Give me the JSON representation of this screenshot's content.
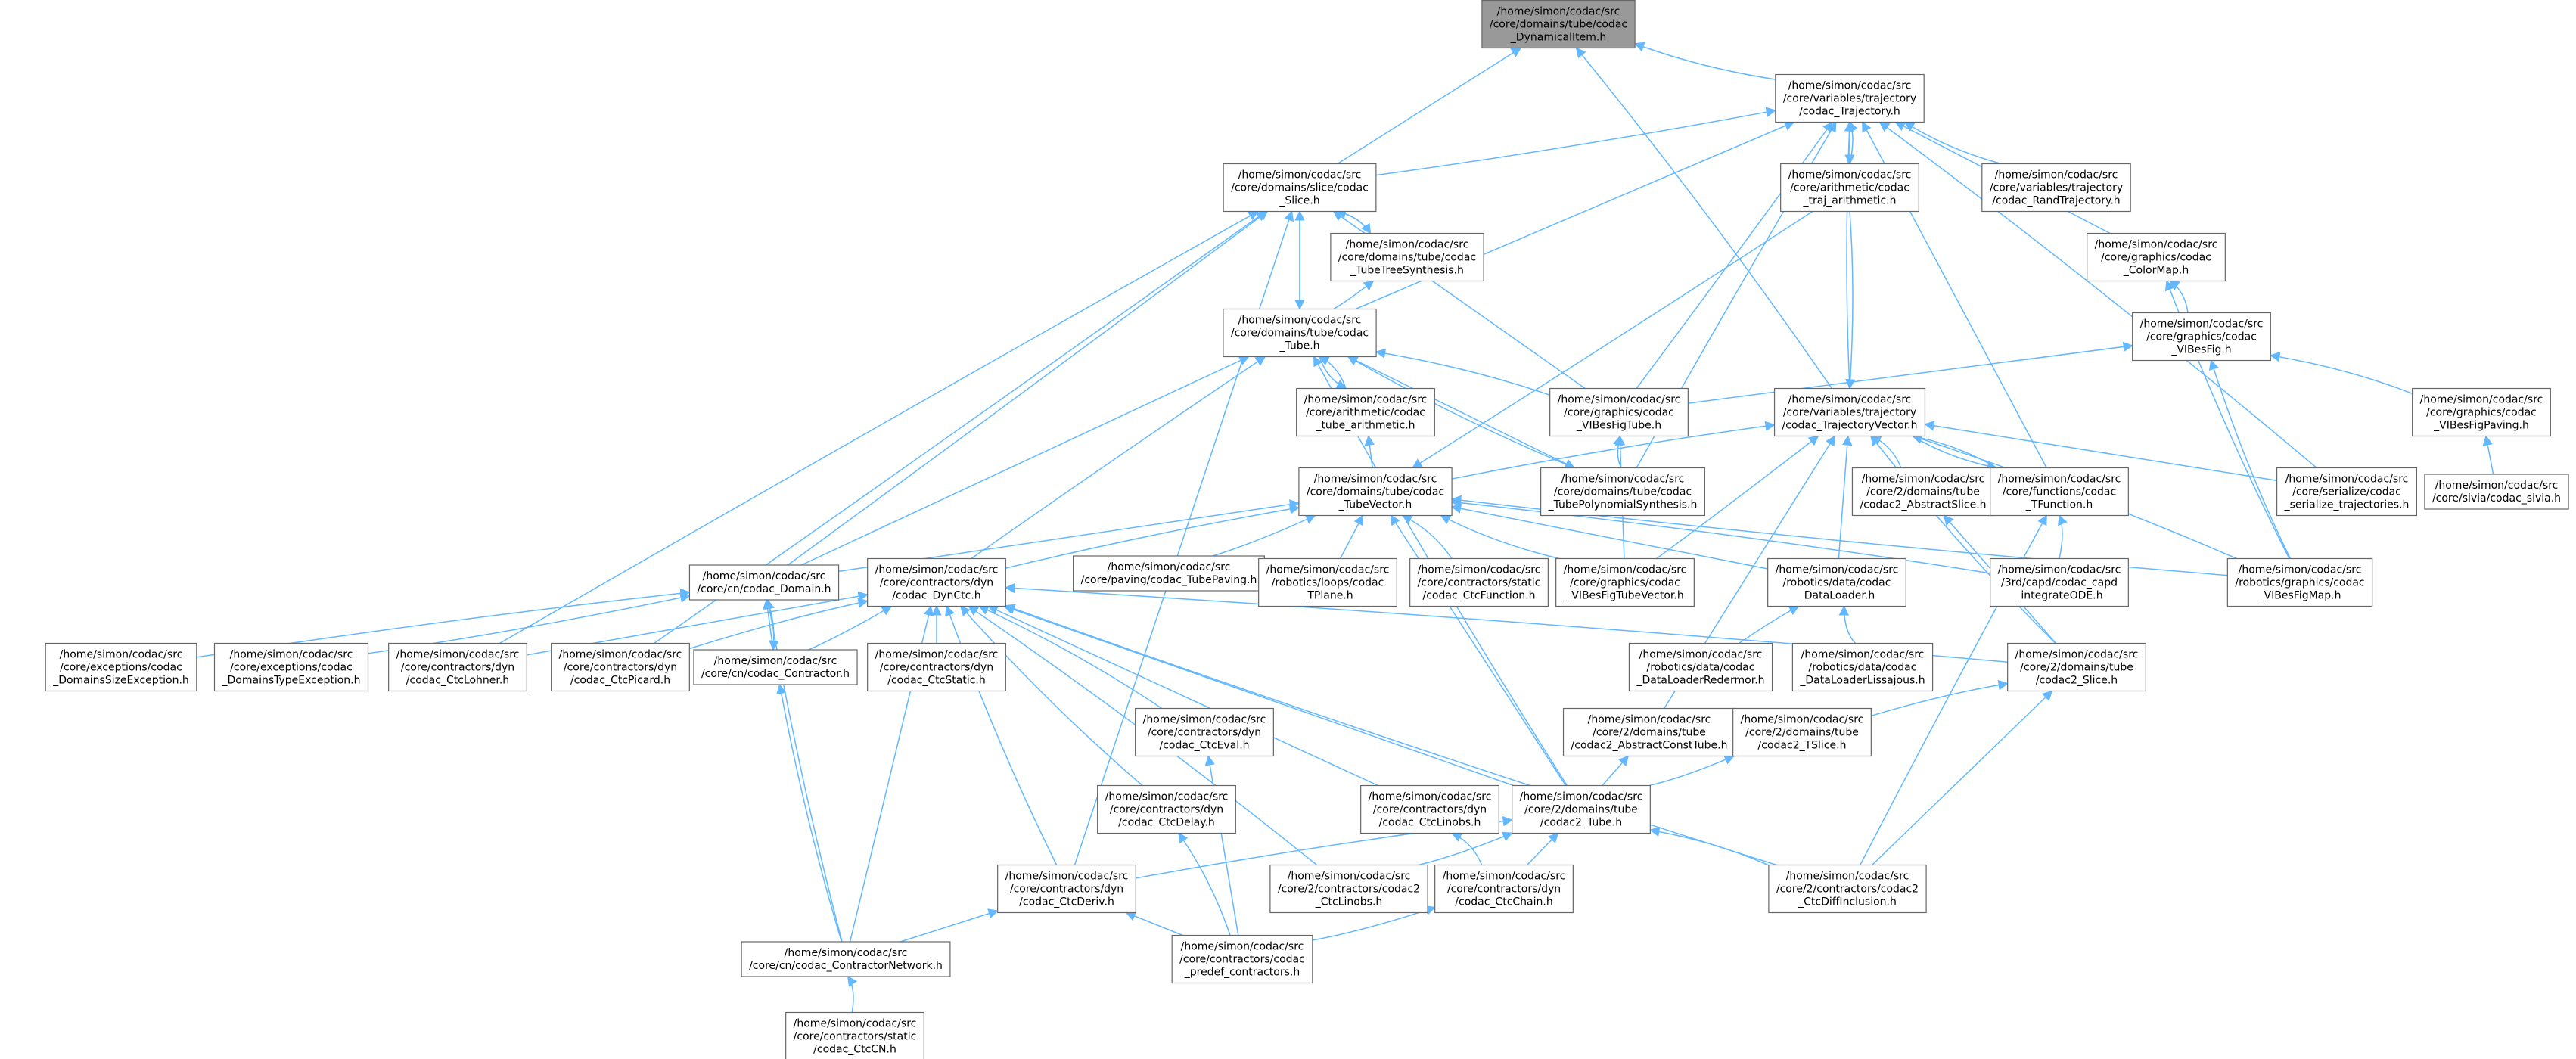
{
  "colors": {
    "edge": "#63b8ff",
    "node_border": "#666666",
    "root_fill": "#999999",
    "node_fill": "#ffffff",
    "text": "#000000"
  },
  "graph": {
    "nodes": [
      {
        "id": "dynitem",
        "root": true,
        "lines": [
          "/home/simon/codac/src",
          "/core/domains/tube/codac",
          "_DynamicalItem.h"
        ]
      },
      {
        "id": "traj",
        "lines": [
          "/home/simon/codac/src",
          "/core/variables/trajectory",
          "/codac_Trajectory.h"
        ]
      },
      {
        "id": "slice",
        "lines": [
          "/home/simon/codac/src",
          "/core/domains/slice/codac",
          "_Slice.h"
        ]
      },
      {
        "id": "trajarith",
        "lines": [
          "/home/simon/codac/src",
          "/core/arithmetic/codac",
          "_traj_arithmetic.h"
        ]
      },
      {
        "id": "randtraj",
        "lines": [
          "/home/simon/codac/src",
          "/core/variables/trajectory",
          "/codac_RandTrajectory.h"
        ]
      },
      {
        "id": "treesynth",
        "lines": [
          "/home/simon/codac/src",
          "/core/domains/tube/codac",
          "_TubeTreeSynthesis.h"
        ]
      },
      {
        "id": "colormap",
        "lines": [
          "/home/simon/codac/src",
          "/core/graphics/codac",
          "_ColorMap.h"
        ]
      },
      {
        "id": "tube",
        "lines": [
          "/home/simon/codac/src",
          "/core/domains/tube/codac",
          "_Tube.h"
        ]
      },
      {
        "id": "vibesfig",
        "lines": [
          "/home/simon/codac/src",
          "/core/graphics/codac",
          "_VIBesFig.h"
        ]
      },
      {
        "id": "tubearith",
        "lines": [
          "/home/simon/codac/src",
          "/core/arithmetic/codac",
          "_tube_arithmetic.h"
        ]
      },
      {
        "id": "vibesfigtube",
        "lines": [
          "/home/simon/codac/src",
          "/core/graphics/codac",
          "_VIBesFigTube.h"
        ]
      },
      {
        "id": "trajvec",
        "lines": [
          "/home/simon/codac/src",
          "/core/variables/trajectory",
          "/codac_TrajectoryVector.h"
        ]
      },
      {
        "id": "vibesfigpaving",
        "lines": [
          "/home/simon/codac/src",
          "/core/graphics/codac",
          "_VIBesFigPaving.h"
        ]
      },
      {
        "id": "tubevec",
        "lines": [
          "/home/simon/codac/src",
          "/core/domains/tube/codac",
          "_TubeVector.h"
        ]
      },
      {
        "id": "polysynth",
        "lines": [
          "/home/simon/codac/src",
          "/core/domains/tube/codac",
          "_TubePolynomialSynthesis.h"
        ]
      },
      {
        "id": "abstractslice",
        "lines": [
          "/home/simon/codac/src",
          "/core/2/domains/tube",
          "/codac2_AbstractSlice.h"
        ]
      },
      {
        "id": "tfunction",
        "lines": [
          "/home/simon/codac/src",
          "/core/functions/codac",
          "_TFunction.h"
        ]
      },
      {
        "id": "serialize",
        "lines": [
          "/home/simon/codac/src",
          "/core/serialize/codac",
          "_serialize_trajectories.h"
        ]
      },
      {
        "id": "sivia",
        "lines": [
          "/home/simon/codac/src",
          "/core/sivia/codac_sivia.h"
        ]
      },
      {
        "id": "domain",
        "lines": [
          "/home/simon/codac/src",
          "/core/cn/codac_Domain.h"
        ]
      },
      {
        "id": "dynctc",
        "lines": [
          "/home/simon/codac/src",
          "/core/contractors/dyn",
          "/codac_DynCtc.h"
        ]
      },
      {
        "id": "tubepaving",
        "lines": [
          "/home/simon/codac/src",
          "/core/paving/codac_TubePaving.h"
        ]
      },
      {
        "id": "tplane",
        "lines": [
          "/home/simon/codac/src",
          "/robotics/loops/codac",
          "_TPlane.h"
        ]
      },
      {
        "id": "ctcfunction",
        "lines": [
          "/home/simon/codac/src",
          "/core/contractors/static",
          "/codac_CtcFunction.h"
        ]
      },
      {
        "id": "vibesfigtubevec",
        "lines": [
          "/home/simon/codac/src",
          "/core/graphics/codac",
          "_VIBesFigTubeVector.h"
        ]
      },
      {
        "id": "dataloader",
        "lines": [
          "/home/simon/codac/src",
          "/robotics/data/codac",
          "_DataLoader.h"
        ]
      },
      {
        "id": "capd",
        "lines": [
          "/home/simon/codac/src",
          "/3rd/capd/codac_capd",
          "_integrateODE.h"
        ]
      },
      {
        "id": "vibesfigmap",
        "lines": [
          "/home/simon/codac/src",
          "/robotics/graphics/codac",
          "_VIBesFigMap.h"
        ]
      },
      {
        "id": "sizeexc",
        "lines": [
          "/home/simon/codac/src",
          "/core/exceptions/codac",
          "_DomainsSizeException.h"
        ]
      },
      {
        "id": "typeexc",
        "lines": [
          "/home/simon/codac/src",
          "/core/exceptions/codac",
          "_DomainsTypeException.h"
        ]
      },
      {
        "id": "lohner",
        "lines": [
          "/home/simon/codac/src",
          "/core/contractors/dyn",
          "/codac_CtcLohner.h"
        ]
      },
      {
        "id": "picard",
        "lines": [
          "/home/simon/codac/src",
          "/core/contractors/dyn",
          "/codac_CtcPicard.h"
        ]
      },
      {
        "id": "contractor",
        "lines": [
          "/home/simon/codac/src",
          "/core/cn/codac_Contractor.h"
        ]
      },
      {
        "id": "ctcstatic",
        "lines": [
          "/home/simon/codac/src",
          "/core/contractors/dyn",
          "/codac_CtcStatic.h"
        ]
      },
      {
        "id": "redermor",
        "lines": [
          "/home/simon/codac/src",
          "/robotics/data/codac",
          "_DataLoaderRedermor.h"
        ]
      },
      {
        "id": "lissajous",
        "lines": [
          "/home/simon/codac/src",
          "/robotics/data/codac",
          "_DataLoaderLissajous.h"
        ]
      },
      {
        "id": "c2slice",
        "lines": [
          "/home/simon/codac/src",
          "/core/2/domains/tube",
          "/codac2_Slice.h"
        ]
      },
      {
        "id": "cteval",
        "lines": [
          "/home/simon/codac/src",
          "/core/contractors/dyn",
          "/codac_CtcEval.h"
        ]
      },
      {
        "id": "abstractconsttube",
        "lines": [
          "/home/simon/codac/src",
          "/core/2/domains/tube",
          "/codac2_AbstractConstTube.h"
        ]
      },
      {
        "id": "tslice",
        "lines": [
          "/home/simon/codac/src",
          "/core/2/domains/tube",
          "/codac2_TSlice.h"
        ]
      },
      {
        "id": "ctcdelay",
        "lines": [
          "/home/simon/codac/src",
          "/core/contractors/dyn",
          "/codac_CtcDelay.h"
        ]
      },
      {
        "id": "ctclinobs",
        "lines": [
          "/home/simon/codac/src",
          "/core/contractors/dyn",
          "/codac_CtcLinobs.h"
        ]
      },
      {
        "id": "c2tube",
        "lines": [
          "/home/simon/codac/src",
          "/core/2/domains/tube",
          "/codac2_Tube.h"
        ]
      },
      {
        "id": "ctcderiv",
        "lines": [
          "/home/simon/codac/src",
          "/core/contractors/dyn",
          "/codac_CtcDeriv.h"
        ]
      },
      {
        "id": "c2linobs",
        "lines": [
          "/home/simon/codac/src",
          "/core/2/contractors/codac2",
          "_CtcLinobs.h"
        ]
      },
      {
        "id": "ctcchain",
        "lines": [
          "/home/simon/codac/src",
          "/core/contractors/dyn",
          "/codac_CtcChain.h"
        ]
      },
      {
        "id": "c2diffincl",
        "lines": [
          "/home/simon/codac/src",
          "/core/2/contractors/codac2",
          "_CtcDiffInclusion.h"
        ]
      },
      {
        "id": "cn",
        "lines": [
          "/home/simon/codac/src",
          "/core/cn/codac_ContractorNetwork.h"
        ]
      },
      {
        "id": "predef",
        "lines": [
          "/home/simon/codac/src",
          "/core/contractors/codac",
          "_predef_contractors.h"
        ]
      },
      {
        "id": "ctccn",
        "lines": [
          "/home/simon/codac/src",
          "/core/contractors/static",
          "/codac_CtcCN.h"
        ]
      }
    ],
    "edges": [
      [
        "traj",
        "dynitem"
      ],
      [
        "slice",
        "dynitem"
      ],
      [
        "trajvec",
        "dynitem"
      ],
      [
        "slice",
        "traj"
      ],
      [
        "tube",
        "traj"
      ],
      [
        "trajarith",
        "traj"
      ],
      [
        "randtraj",
        "traj"
      ],
      [
        "colormap",
        "traj"
      ],
      [
        "vibesfigtube",
        "traj"
      ],
      [
        "trajvec",
        "traj"
      ],
      [
        "tfunction",
        "traj"
      ],
      [
        "serialize",
        "traj"
      ],
      [
        "polysynth",
        "traj"
      ],
      [
        "traj",
        "trajarith"
      ],
      [
        "trajarith",
        "trajvec"
      ],
      [
        "trajarith",
        "tubevec"
      ],
      [
        "tube",
        "slice"
      ],
      [
        "treesynth",
        "slice"
      ],
      [
        "domain",
        "slice"
      ],
      [
        "vibesfigtube",
        "slice"
      ],
      [
        "lohner",
        "slice"
      ],
      [
        "picard",
        "slice"
      ],
      [
        "ctcderiv",
        "slice"
      ],
      [
        "slice",
        "treesynth"
      ],
      [
        "tube",
        "treesynth"
      ],
      [
        "slice",
        "tube"
      ],
      [
        "tubearith",
        "tube"
      ],
      [
        "tube",
        "tubearith"
      ],
      [
        "tubevec",
        "tubearith"
      ],
      [
        "vibesfigtube",
        "tube"
      ],
      [
        "polysynth",
        "tube"
      ],
      [
        "domain",
        "tube"
      ],
      [
        "dynctc",
        "tube"
      ],
      [
        "c2tube",
        "tube"
      ],
      [
        "tube",
        "polysynth"
      ],
      [
        "vibesfig",
        "colormap"
      ],
      [
        "vibesfigmap",
        "colormap"
      ],
      [
        "vibesfigtube",
        "vibesfig"
      ],
      [
        "vibesfigpaving",
        "vibesfig"
      ],
      [
        "vibesfigmap",
        "vibesfig"
      ],
      [
        "sivia",
        "vibesfigpaving"
      ],
      [
        "tubevec",
        "trajvec"
      ],
      [
        "polysynth",
        "vibesfigtube"
      ],
      [
        "vibesfigtubevec",
        "vibesfigtube"
      ],
      [
        "tfunction",
        "trajvec"
      ],
      [
        "trajvec",
        "tfunction"
      ],
      [
        "serialize",
        "trajvec"
      ],
      [
        "abstractslice",
        "trajvec"
      ],
      [
        "vibesfigtubevec",
        "trajvec"
      ],
      [
        "dataloader",
        "trajvec"
      ],
      [
        "vibesfigmap",
        "trajvec"
      ],
      [
        "c2slice",
        "trajvec"
      ],
      [
        "abstractconsttube",
        "trajvec"
      ],
      [
        "capd",
        "tfunction"
      ],
      [
        "c2diffincl",
        "tfunction"
      ],
      [
        "domain",
        "tubevec"
      ],
      [
        "dynctc",
        "tubevec"
      ],
      [
        "tubepaving",
        "tubevec"
      ],
      [
        "tplane",
        "tubevec"
      ],
      [
        "ctcfunction",
        "tubevec"
      ],
      [
        "vibesfigtubevec",
        "tubevec"
      ],
      [
        "dataloader",
        "tubevec"
      ],
      [
        "capd",
        "tubevec"
      ],
      [
        "vibesfigmap",
        "tubevec"
      ],
      [
        "c2tube",
        "tubevec"
      ],
      [
        "sizeexc",
        "domain"
      ],
      [
        "typeexc",
        "domain"
      ],
      [
        "contractor",
        "domain"
      ],
      [
        "domain",
        "contractor"
      ],
      [
        "cn",
        "domain"
      ],
      [
        "lohner",
        "dynctc"
      ],
      [
        "picard",
        "dynctc"
      ],
      [
        "contractor",
        "dynctc"
      ],
      [
        "ctcstatic",
        "dynctc"
      ],
      [
        "cteval",
        "dynctc"
      ],
      [
        "ctcdelay",
        "dynctc"
      ],
      [
        "ctclinobs",
        "dynctc"
      ],
      [
        "c2linobs",
        "dynctc"
      ],
      [
        "ctcderiv",
        "dynctc"
      ],
      [
        "cn",
        "dynctc"
      ],
      [
        "c2slice",
        "dynctc"
      ],
      [
        "c2diffincl",
        "dynctc"
      ],
      [
        "c2tube",
        "dynctc"
      ],
      [
        "redermor",
        "dataloader"
      ],
      [
        "lissajous",
        "dataloader"
      ],
      [
        "c2slice",
        "abstractslice"
      ],
      [
        "tslice",
        "c2slice"
      ],
      [
        "c2tube",
        "tslice"
      ],
      [
        "c2tube",
        "abstractconsttube"
      ],
      [
        "ctcderiv",
        "c2tube"
      ],
      [
        "c2linobs",
        "c2tube"
      ],
      [
        "ctcchain",
        "c2tube"
      ],
      [
        "c2diffincl",
        "c2tube"
      ],
      [
        "c2diffincl",
        "c2slice"
      ],
      [
        "predef",
        "cteval"
      ],
      [
        "predef",
        "ctcdelay"
      ],
      [
        "predef",
        "ctcchain"
      ],
      [
        "predef",
        "ctcderiv"
      ],
      [
        "ctcchain",
        "ctclinobs"
      ],
      [
        "cn",
        "contractor"
      ],
      [
        "cn",
        "ctcderiv"
      ],
      [
        "ctccn",
        "cn"
      ]
    ]
  }
}
